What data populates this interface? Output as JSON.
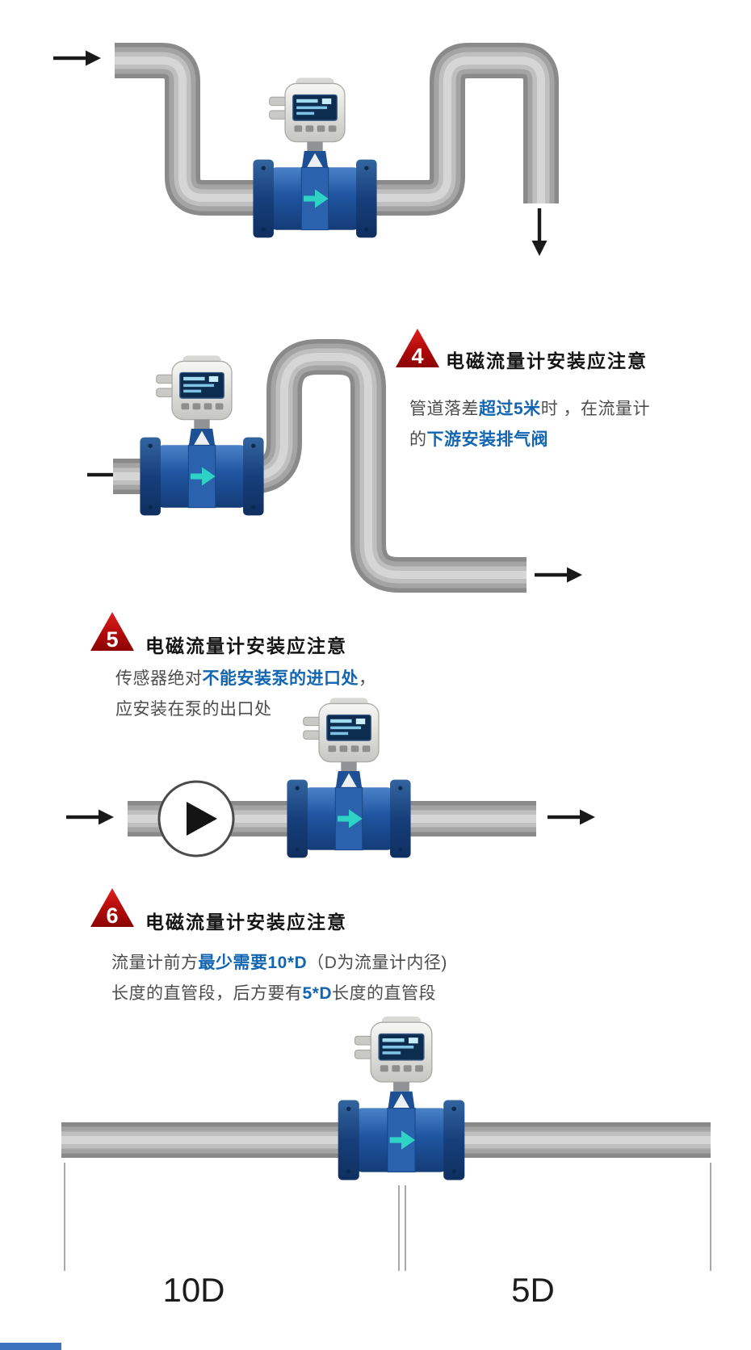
{
  "notes": [
    {
      "badge": "4",
      "heading": "电磁流量计安装应注意",
      "line1": [
        {
          "t": "管道落差"
        },
        {
          "t": "超过5米",
          "hl": true
        },
        {
          "t": "时 ，在流量计"
        }
      ],
      "line2": [
        {
          "t": "的"
        },
        {
          "t": "下游安装排气阀",
          "hl": true
        }
      ]
    },
    {
      "badge": "5",
      "heading": "电磁流量计安装应注意",
      "line1": [
        {
          "t": "传感器绝对"
        },
        {
          "t": "不能安装泵的进口处",
          "hl": true
        },
        {
          "t": "，"
        }
      ],
      "line2": [
        {
          "t": "应安装在泵的出口处"
        }
      ]
    },
    {
      "badge": "6",
      "heading": "电磁流量计安装应注意",
      "line1": [
        {
          "t": "流量计前方"
        },
        {
          "t": "最少需要10*D",
          "hl": true
        },
        {
          "t": "（D为流量计内径)"
        }
      ],
      "line2": [
        {
          "t": "长度的直管段，后方要有"
        },
        {
          "t": "5*D",
          "hl": true
        },
        {
          "t": "长度的直管段"
        }
      ]
    }
  ],
  "dimension_labels": {
    "upstream": "10D",
    "downstream": "5D"
  },
  "icons": {
    "flow_arrows": "black right/down flow arrows",
    "meter_flow_arrow": "teal right arrow on meter body",
    "pump": "circle with black play triangle"
  },
  "colors": {
    "background": "#ffffff",
    "highlight_blue": "#1266b1",
    "badge_red": "#b00a0a",
    "meter_body_blue": "#1f55a0",
    "meter_flange_blue": "#173f7c",
    "meter_arrow_teal": "#2fd3c6",
    "pipe_gray": "#a4a4a4",
    "dimension_line_gray": "#a9a9a9"
  }
}
